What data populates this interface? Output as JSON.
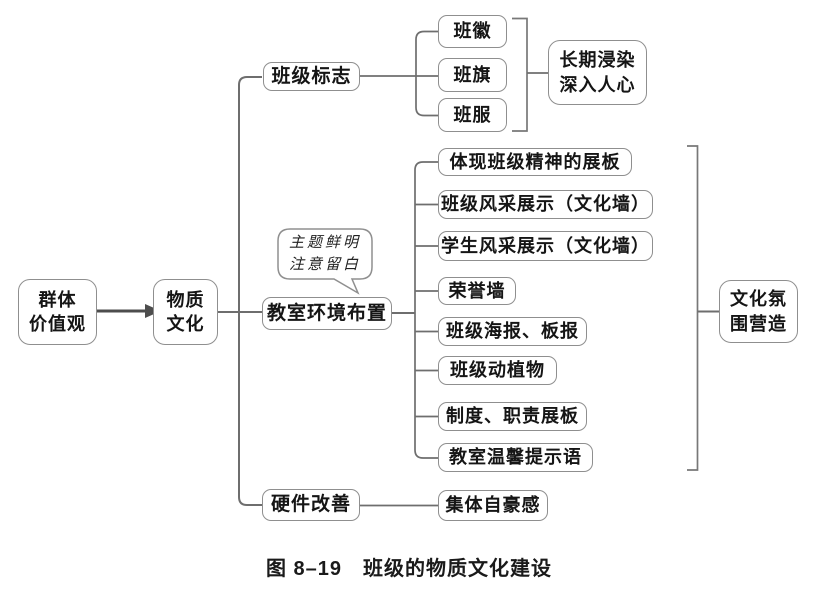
{
  "colors": {
    "line": "#6e6e6e",
    "bracket": "#787878",
    "arrow": "#4d4d4d",
    "box_border": "#8f8f8f",
    "text": "#151515",
    "background": "#ffffff"
  },
  "nodes": {
    "group_values": {
      "line1": "群体",
      "line2": "价值观"
    },
    "material_culture": {
      "line1": "物质",
      "line2": "文化"
    },
    "class_logo": {
      "label": "班级标志"
    },
    "logo_items": [
      {
        "label": "班徽"
      },
      {
        "label": "班旗"
      },
      {
        "label": "班服"
      }
    ],
    "logo_result": {
      "line1": "长期浸染",
      "line2": "深入人心"
    },
    "callout": {
      "line1": "主题鲜明",
      "line2": "注意留白"
    },
    "classroom_env": {
      "label": "教室环境布置"
    },
    "env_items": [
      {
        "label": "体现班级精神的展板"
      },
      {
        "label": "班级风采展示（文化墙）"
      },
      {
        "label": "学生风采展示（文化墙）"
      },
      {
        "label": "荣誉墙"
      },
      {
        "label": "班级海报、板报"
      },
      {
        "label": "班级动植物"
      },
      {
        "label": "制度、职责展板"
      },
      {
        "label": "教室温馨提示语"
      }
    ],
    "env_result": {
      "line1": "文化氛",
      "line2": "围营造"
    },
    "hardware": {
      "label": "硬件改善"
    },
    "hardware_result": {
      "label": "集体自豪感"
    }
  },
  "caption": "图 8–19　班级的物质文化建设"
}
